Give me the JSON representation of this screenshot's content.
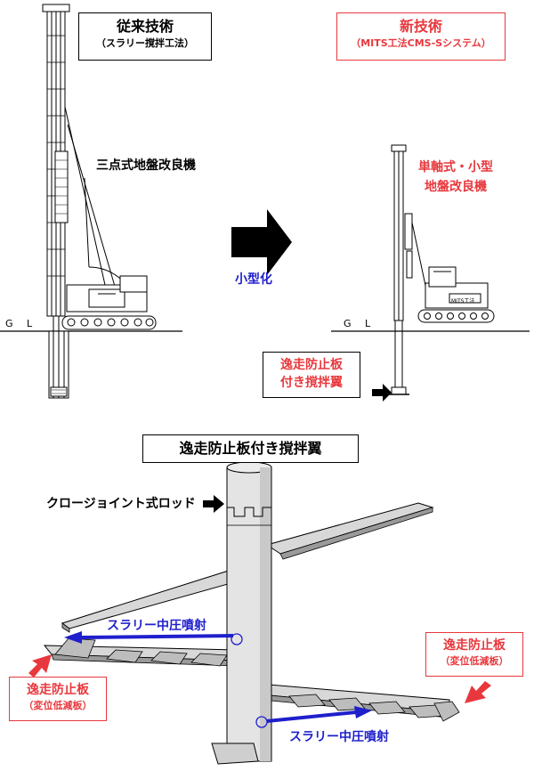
{
  "conventional": {
    "title": "従来技術",
    "subtitle": "（スラリー撹拌工法）",
    "machine_label": "三点式地盤改良機",
    "gl_label": "G L"
  },
  "new_tech": {
    "title": "新技術",
    "subtitle": "（MITS工法CMS-Sシステム）",
    "machine_label_1": "単軸式・小型",
    "machine_label_2": "地盤改良機",
    "gl_label": "G L",
    "wing_label_1": "逸走防止板",
    "wing_label_2": "付き撹拌翼",
    "machine_plate": "MITS工法"
  },
  "arrow_label": "小型化",
  "detail": {
    "title": "逸走防止板付き撹拌翼",
    "rod_label": "クロージョイント式ロッド",
    "jet_label_upper": "スラリー中圧噴射",
    "jet_label_lower": "スラリー中圧噴射",
    "plate_left_1": "逸走防止板",
    "plate_left_2": "（変位低減板）",
    "plate_right_1": "逸走防止板",
    "plate_right_2": "（変位低減板）"
  },
  "colors": {
    "red": "#e8383d",
    "blue": "#1f1fcc",
    "black": "#000000"
  }
}
